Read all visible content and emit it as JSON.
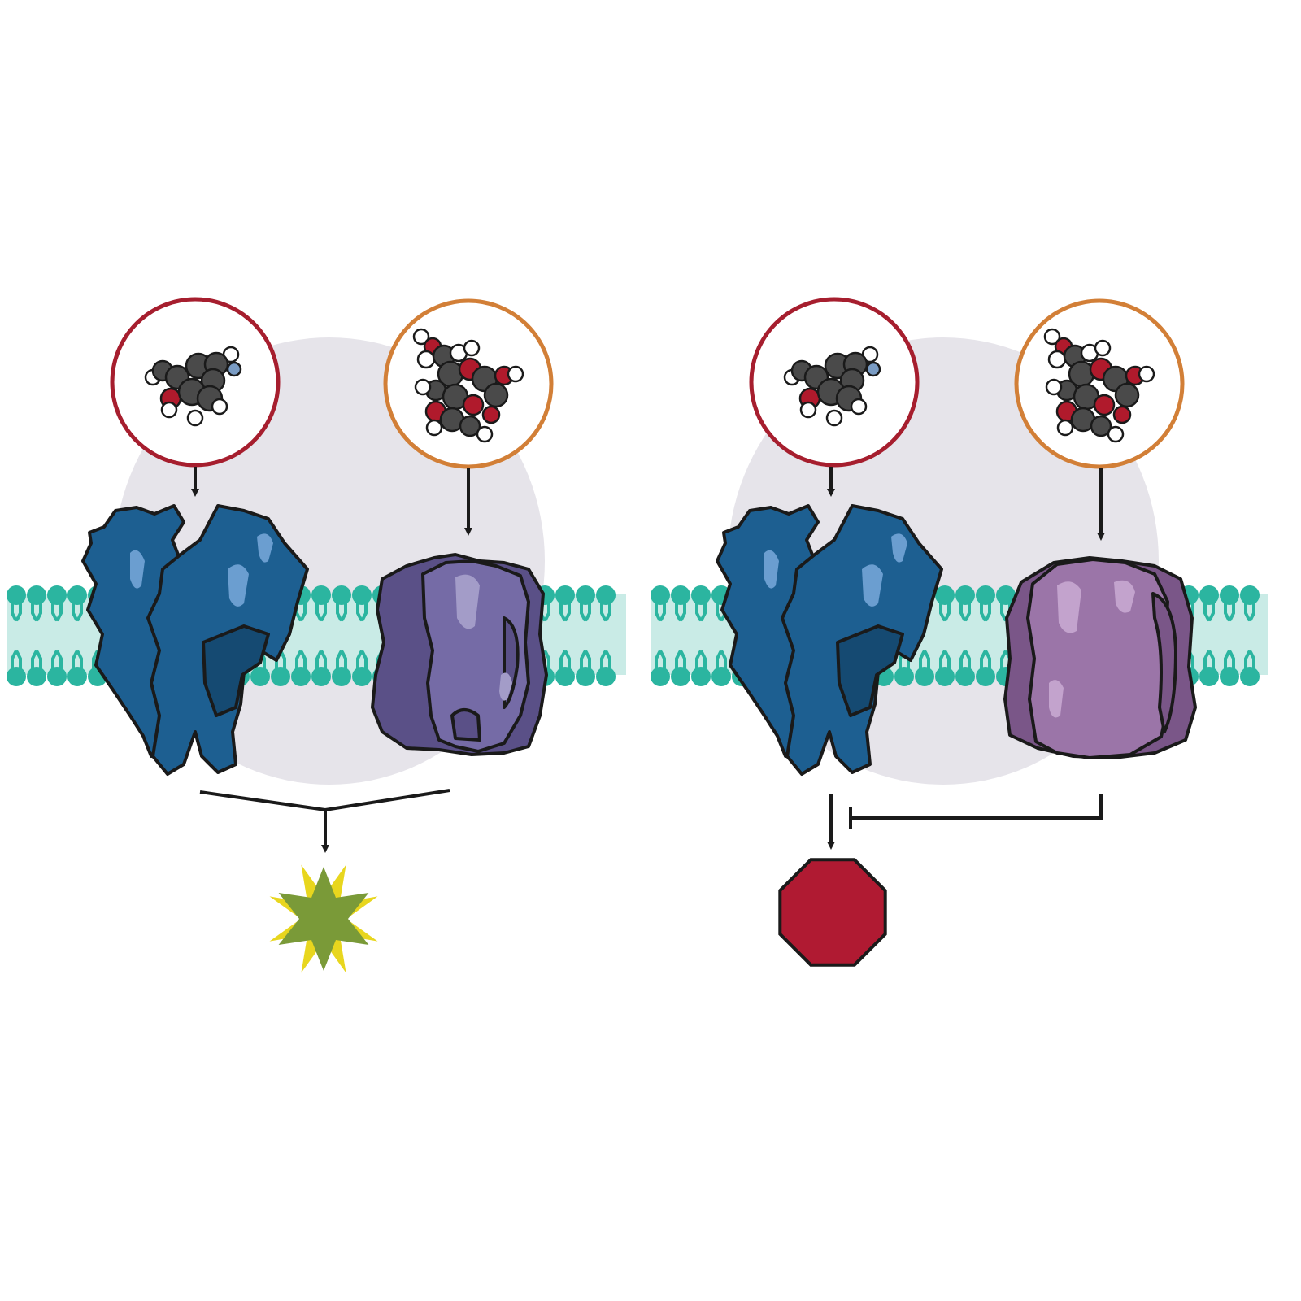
{
  "colors": {
    "background": "#ffffff",
    "halo": "#e6e4ea",
    "membrane_band": "#c9ebe6",
    "lipid_head": "#2bb5a0",
    "lipid_tail": "#2bb5a0",
    "receptor_blue": "#1d5f91",
    "receptor_blue_dark": "#154a72",
    "receptor_blue_highlight": "#6b9ed0",
    "transporter_violet": "#756ba6",
    "transporter_violet_dark": "#5a5087",
    "transporter_violet_highlight": "#a39cc8",
    "transporter_pink": "#9b75a8",
    "transporter_pink_dark": "#7a5688",
    "transporter_pink_highlight": "#c3a3cd",
    "ligand_ring_red": "#a61e2e",
    "ligand_ring_orange": "#d27f37",
    "atom_carbon": "#4a4a4a",
    "atom_oxygen": "#b01a2c",
    "atom_hydrogen": "#ffffff",
    "atom_nitrogen": "#7a9cc4",
    "outline": "#1a1a1a",
    "star_outer": "#e8d61e",
    "star_inner": "#7a9a38",
    "stop_sign": "#b01a32"
  },
  "panels": [
    {
      "id": "left",
      "ligand_a": "ring-red",
      "ligand_b": "ring-orange",
      "receptor": "blue-receptor-dimer",
      "partner": "violet-transporter",
      "outcome_icon": "star-burst-icon",
      "outcome_relation": "converging-arrows"
    },
    {
      "id": "right",
      "ligand_a": "ring-red",
      "ligand_b": "ring-orange",
      "receptor": "blue-receptor-dimer",
      "partner": "pink-transporter",
      "outcome_icon": "stop-octagon-icon",
      "outcome_relation": "inhibition-bar"
    }
  ]
}
